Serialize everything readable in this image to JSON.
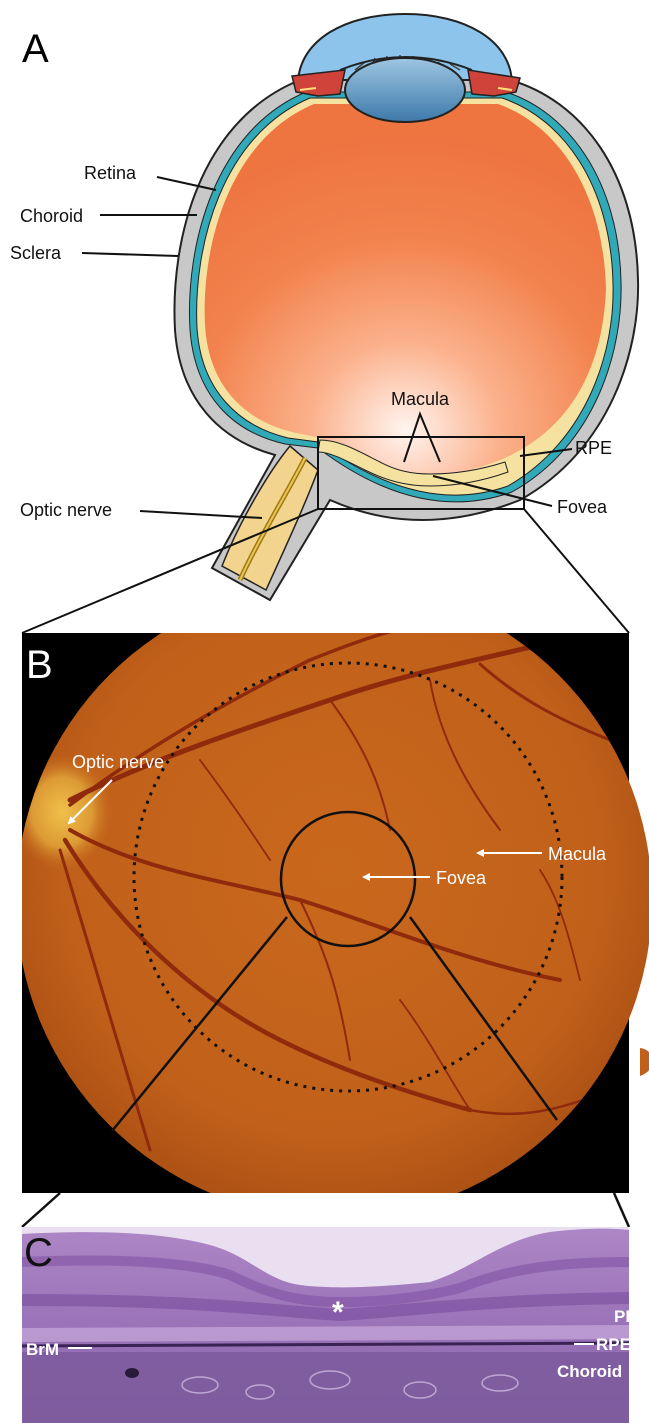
{
  "panel_a": {
    "letter": "A",
    "labels": {
      "retina": "Retina",
      "choroid": "Choroid",
      "sclera": "Sclera",
      "macula": "Macula",
      "rpe": "RPE",
      "optic_nerve": "Optic nerve",
      "fovea": "Fovea"
    },
    "colors": {
      "vitreous": "#f07a45",
      "sclera": "#c8c8c8",
      "choroid": "#31a9b8",
      "retina": "#f6e2a0",
      "cornea": "#8cc4ec",
      "lens": "#4f87b3",
      "iris": "#d0433b"
    }
  },
  "panel_b": {
    "letter": "B",
    "labels": {
      "optic_nerve": "Optic nerve",
      "macula": "Macula",
      "fovea": "Fovea"
    },
    "colors": {
      "fundus": "#c86a1e",
      "background": "#000000"
    }
  },
  "panel_c": {
    "letter": "C",
    "labels": {
      "asterisk": "*",
      "pr": "PR",
      "rpe": "RPE",
      "choroid": "Choroid",
      "brm": "BrM"
    },
    "colors": {
      "tissue": "#9c6fb6"
    }
  }
}
